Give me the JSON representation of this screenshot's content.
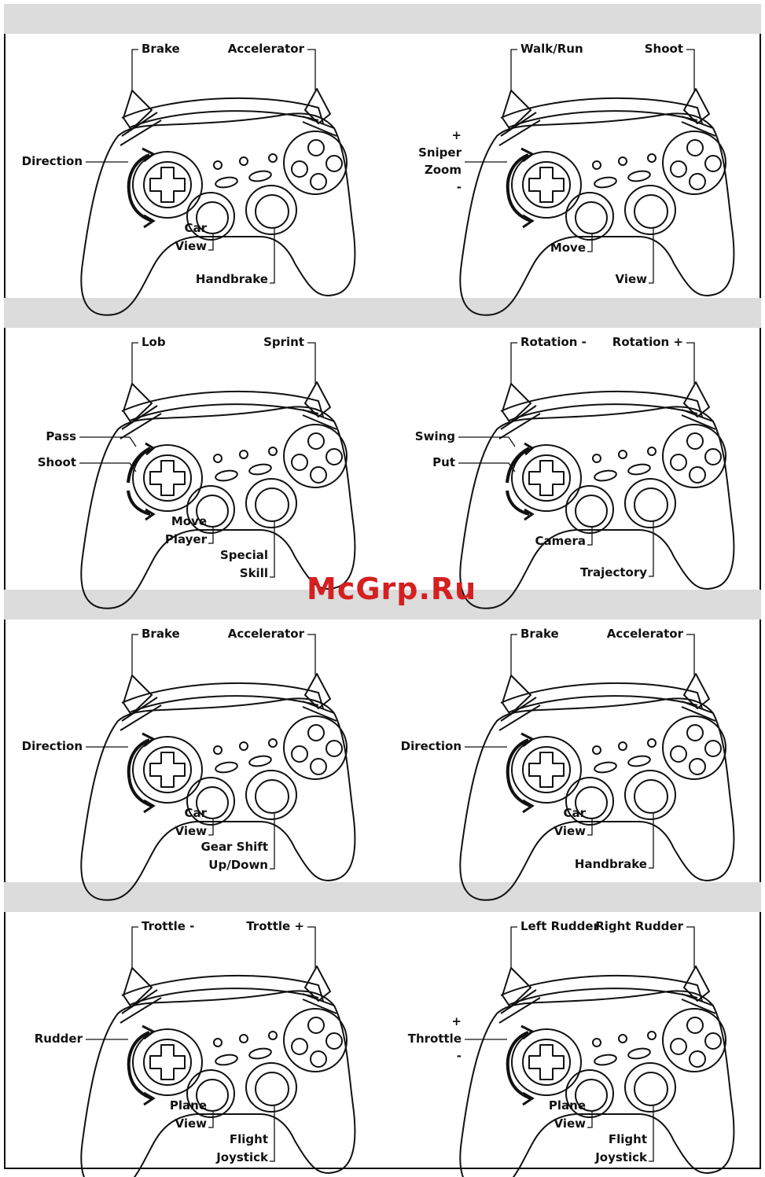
{
  "watermark": "McGrp.Ru",
  "panels": [
    {
      "labels": {
        "top_left": "Brake",
        "top_right": "Accelerator",
        "left": [
          "Direction"
        ],
        "mid": [
          "Car",
          "View"
        ],
        "right": [
          "Handbrake"
        ]
      }
    },
    {
      "labels": {
        "top_left": "Walk/Run",
        "top_right": "Shoot",
        "left": [
          "+",
          "Sniper",
          "Zoom",
          "-"
        ],
        "mid": [
          "Move"
        ],
        "right": [
          "View"
        ]
      }
    },
    {
      "labels": {
        "top_left": "Lob",
        "top_right": "Sprint",
        "left": [
          "Pass"
        ],
        "left2": [
          "Shoot"
        ],
        "mid": [
          "Move",
          "Player"
        ],
        "right": [
          "Special",
          "Skill"
        ]
      }
    },
    {
      "labels": {
        "top_left": "Rotation -",
        "top_right": "Rotation +",
        "left": [
          "Swing"
        ],
        "left2": [
          "Put"
        ],
        "mid": [
          "Camera"
        ],
        "right": [
          "Trajectory"
        ]
      }
    },
    {
      "labels": {
        "top_left": "Brake",
        "top_right": "Accelerator",
        "left": [
          "Direction"
        ],
        "mid": [
          "Car",
          "View"
        ],
        "right": [
          "Gear Shift",
          "Up/Down"
        ]
      }
    },
    {
      "labels": {
        "top_left": "Brake",
        "top_right": "Accelerator",
        "left": [
          "Direction"
        ],
        "mid": [
          "Car",
          "View"
        ],
        "right": [
          "Handbrake"
        ]
      }
    },
    {
      "labels": {
        "top_left": "Trottle -",
        "top_right": "Trottle +",
        "left": [
          "Rudder"
        ],
        "mid": [
          "Plane",
          "View"
        ],
        "right": [
          "Flight",
          "Joystick"
        ]
      }
    },
    {
      "labels": {
        "top_left": "Left Rudder",
        "top_right": "Right Rudder",
        "left": [
          "+",
          "Throttle",
          "-"
        ],
        "mid": [
          "Plane",
          "View"
        ],
        "right": [
          "Flight",
          "Joystick"
        ]
      }
    }
  ]
}
